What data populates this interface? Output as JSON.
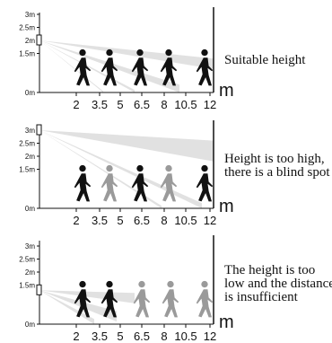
{
  "y_axis_labels": [
    "3m",
    "2.5m",
    "2m",
    "1.5m",
    "0m"
  ],
  "x_axis_labels": [
    "2",
    "3.5",
    "5",
    "6.5",
    "8",
    "10.5",
    "12"
  ],
  "unit_label": "m",
  "panels": [
    {
      "caption_lines": [
        "Suitable height"
      ],
      "sensor_height_m": 2,
      "person_states": [
        "detected",
        "detected",
        "detected",
        "detected",
        "detected",
        "detected"
      ]
    },
    {
      "caption_lines": [
        "Height is too high,",
        "there is a blind spot"
      ],
      "sensor_height_m": 3,
      "person_states": [
        "detected",
        "blind",
        "detected",
        "blind",
        "detected",
        "blind"
      ]
    },
    {
      "caption_lines": [
        "The height is too",
        "low and the distance",
        "is insufficient"
      ],
      "sensor_height_m": 1.3,
      "person_states": [
        "detected",
        "detected",
        "undetected",
        "undetected",
        "undetected",
        "undetected"
      ]
    }
  ],
  "colors": {
    "beam": "#dcdcdc",
    "person_detected": "#111111",
    "person_muted": "#9a9a9a",
    "axis": "#111111"
  },
  "icons": [
    "sensor-icon",
    "person-walking-icon"
  ]
}
